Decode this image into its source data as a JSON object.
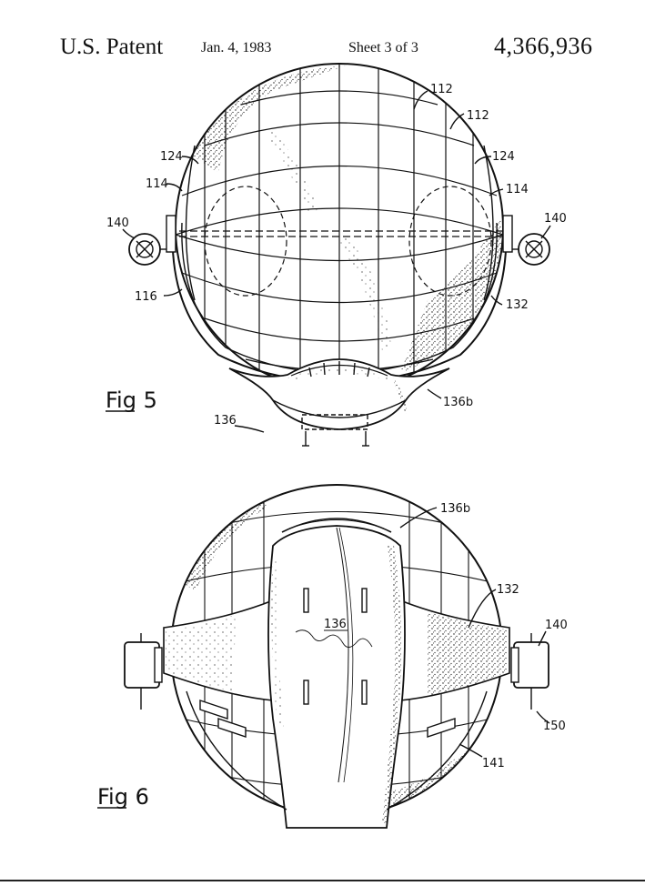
{
  "header": {
    "title": "U.S. Patent",
    "date": "Jan. 4, 1983",
    "sheet": "Sheet 3 of 3",
    "patent_number": "4,366,936"
  },
  "fig5": {
    "caption": "Fig 5",
    "labels": {
      "l112a": "112",
      "l112b": "112",
      "l124L": "124",
      "l124R": "124",
      "l114L": "114",
      "l114R": "114",
      "l140L": "140",
      "l140R": "140",
      "l116": "116",
      "l132": "132",
      "l136b": "136b",
      "l136": "136"
    }
  },
  "fig6": {
    "caption": "Fig 6",
    "labels": {
      "l136b": "136b",
      "l132": "132",
      "l136": "136",
      "l140": "140",
      "l150": "150",
      "l141": "141"
    }
  },
  "colors": {
    "ink": "#111111",
    "paper": "#ffffff"
  }
}
